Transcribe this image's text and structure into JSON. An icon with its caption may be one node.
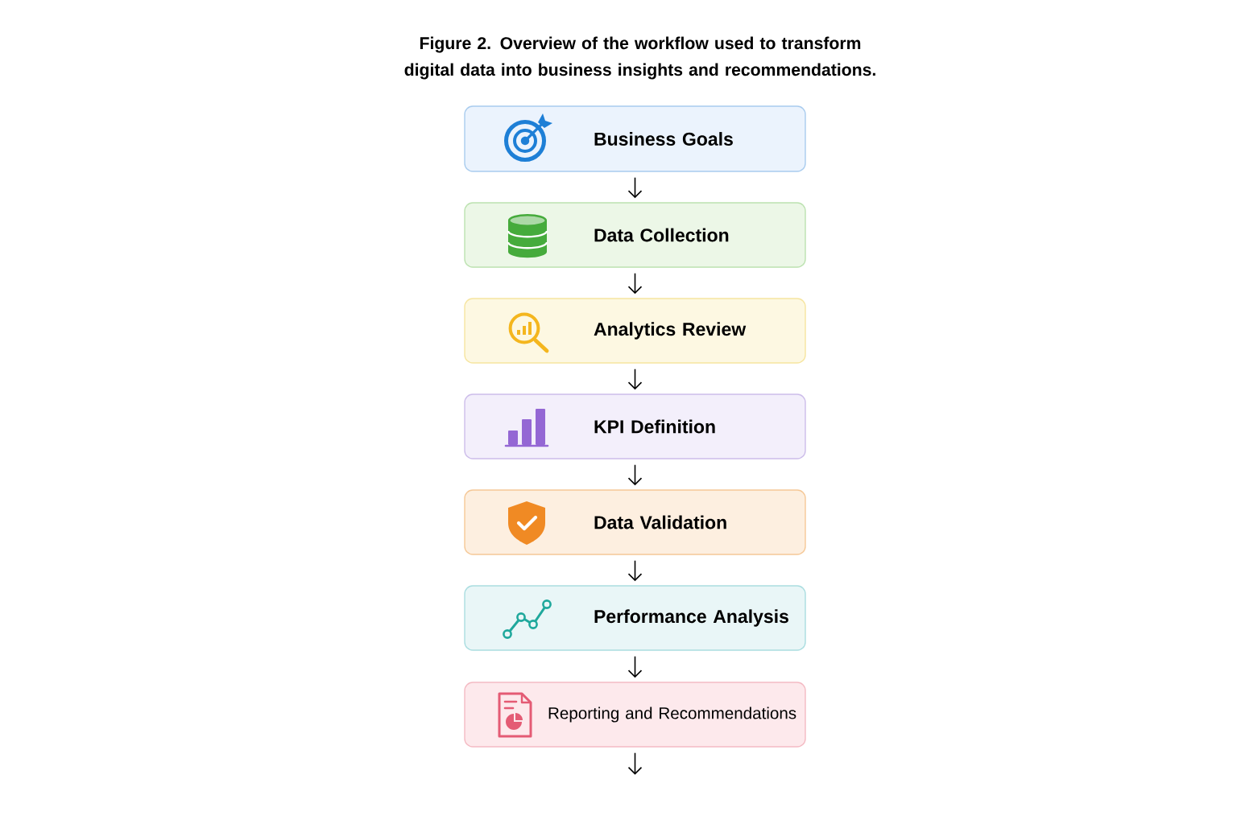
{
  "diagram": {
    "title": "Figure 2. Overview of the workflow used to transform digital data into business insights and recommendations.",
    "nodes": [
      {
        "text": [
          "Business Goals"
        ]
      },
      {
        "text": [
          "Data Collection"
        ]
      },
      {
        "text": [
          "Analytics Review"
        ]
      },
      {
        "text": [
          "KPI Definition"
        ]
      },
      {
        "text": [
          "Data Validation"
        ]
      },
      {
        "text": [
          "Performance Analysis"
        ]
      },
      {
        "text": [
          "Reporting and Recommendations"
        ]
      }
    ],
    "edges": [
      {
        "from": 0,
        "to": 1,
        "arrow": "to"
      },
      {
        "from": 1,
        "to": 2,
        "arrow": "to"
      },
      {
        "from": 2,
        "to": 3,
        "arrow": "to"
      },
      {
        "from": 3,
        "to": 4,
        "arrow": "to"
      },
      {
        "from": 4,
        "to": 5,
        "arrow": "to"
      },
      {
        "from": 5,
        "to": 6,
        "arrow": "to"
      },
      {
        "from": 6,
        "to": null,
        "arrow": "to"
      }
    ]
  }
}
